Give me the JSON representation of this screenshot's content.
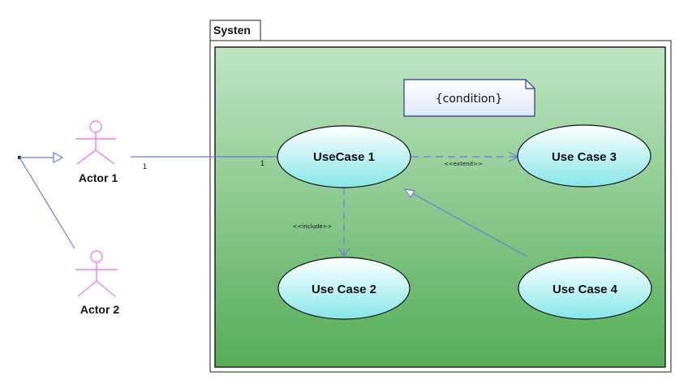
{
  "system": {
    "title": "Systen"
  },
  "actors": {
    "actor1": {
      "label": "Actor 1"
    },
    "actor2": {
      "label": "Actor 2"
    }
  },
  "use_cases": {
    "uc1": {
      "label": "UseCase 1"
    },
    "uc2": {
      "label": "Use Case 2"
    },
    "uc3": {
      "label": "Use Case 3"
    },
    "uc4": {
      "label": "Use Case 4"
    }
  },
  "note": {
    "text": "{condition}"
  },
  "relations": {
    "association_actor1_uc1": {
      "mult_actor_end": "1",
      "mult_usecase_end": "1"
    },
    "include_uc1_uc2": {
      "stereotype": "<<include>>"
    },
    "extend_uc1_uc3": {
      "stereotype": "<<extend>>"
    }
  },
  "colors": {
    "actor": "#f07ef2",
    "line": "#6c7ad6",
    "system_bg_top": "#b9e2bf",
    "system_bg_bottom": "#56ad58",
    "usecase_fill_top": "#ffffff",
    "usecase_fill_bottom": "#8ee8ea",
    "note_fill": "#e9f0fb"
  }
}
